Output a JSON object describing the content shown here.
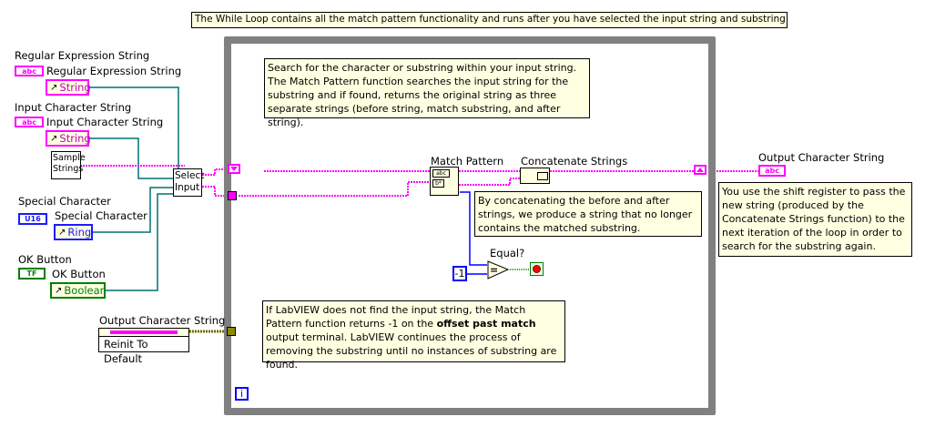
{
  "notes": {
    "top": "The While Loop contains all the match pattern functionality and runs after you have selected the input string and substring.",
    "search": "Search for the character or substring within your input string. The Match Pattern function searches the input string for the substring and if found, returns the original string as three separate strings (before string, match substring, and after string).",
    "concat": "By concatenating the before and after strings, we produce a string that no longer contains the matched substring.",
    "shift_register": "You use the shift register to pass the new string (produced by the Concatenate Strings function) to the next iteration of the loop in order to search for the substring again.",
    "not_found_pre": "If LabVIEW does not find the input string, the Match Pattern function returns -1 on the ",
    "not_found_bold": "offset past match",
    "not_found_post": " output terminal. LabVIEW continues the process of removing the substring until no instances of substring are found."
  },
  "controls": [
    {
      "label": "Regular Expression String",
      "terminal_label": "Regular Expression String",
      "terminal_type": "abc",
      "ref": "String",
      "color": "#ff00ff"
    },
    {
      "label": "Input Character String",
      "terminal_label": "Input Character String",
      "terminal_type": "abc",
      "ref": "String",
      "color": "#ff00ff"
    },
    {
      "label": "Special Character",
      "terminal_label": "Special Character",
      "terminal_type": "U16",
      "ref": "Ring",
      "color": "#1a1aff"
    },
    {
      "label": "OK Button",
      "terminal_label": "OK Button",
      "terminal_type": "TF",
      "ref": "Boolean",
      "color": "#007f00"
    }
  ],
  "sample_strings": "Sample Strings",
  "select_input": "Select Input",
  "property_node": {
    "label": "Output Character String",
    "property": "Reinit To Default"
  },
  "functions": {
    "match_pattern": "Match Pattern",
    "concatenate": "Concatenate Strings",
    "equal": "Equal?",
    "constant": "-1",
    "iteration": "i"
  },
  "indicator": {
    "label": "Output Character String",
    "terminal_type": "abc"
  },
  "colors": {
    "string_wire": "#ff00ff",
    "numeric_wire": "#0000ff",
    "ref_wire": "#007070",
    "boolean_wire": "#007f00",
    "loop_border": "#808080",
    "note_bg": "#ffffe1"
  }
}
